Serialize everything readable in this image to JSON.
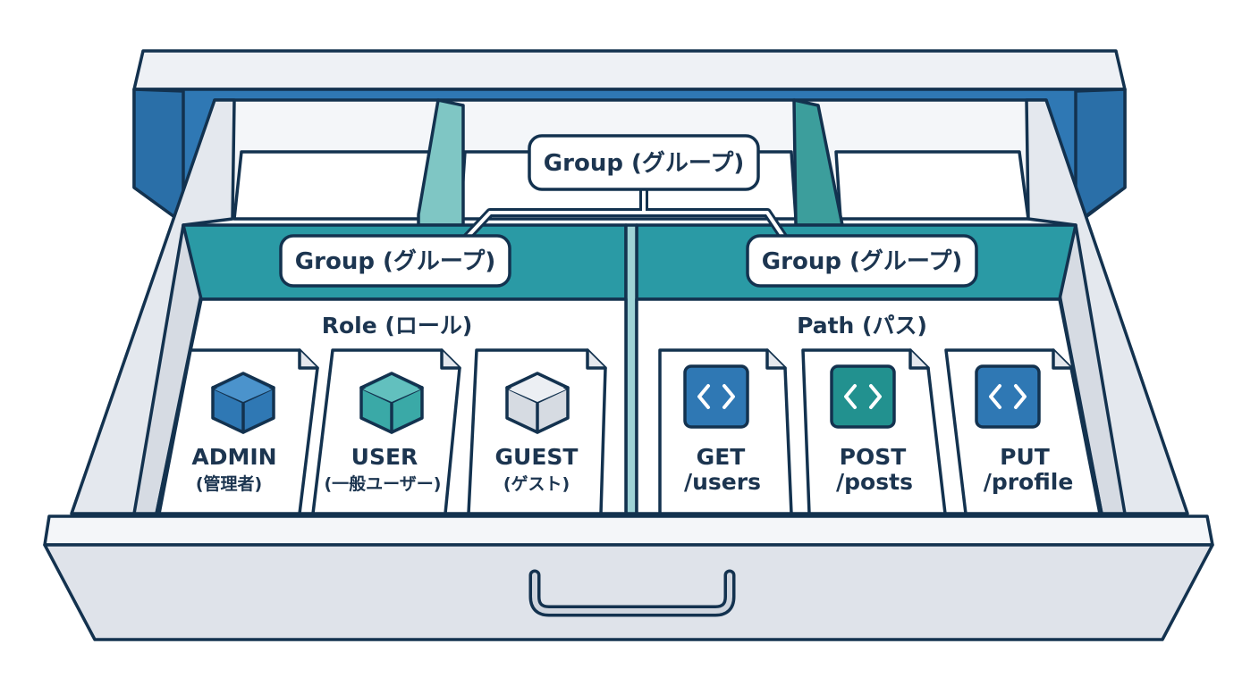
{
  "top_group": {
    "label": "Group (グループ)"
  },
  "left_group": {
    "label": "Group (グループ)",
    "section_label": "Role (ロール)",
    "cards": [
      {
        "line1": "ADMIN",
        "line2": "(管理者)",
        "icon": "cube-icon",
        "color": "#2f78b4"
      },
      {
        "line1": "USER",
        "line2": "(一般ユーザー)",
        "icon": "cube-icon",
        "color": "#3aa9a7"
      },
      {
        "line1": "GUEST",
        "line2": "(ゲスト)",
        "icon": "cube-icon",
        "color": "#d6dbe2"
      }
    ]
  },
  "right_group": {
    "label": "Group (グループ)",
    "section_label": "Path (パス)",
    "cards": [
      {
        "line1": "GET",
        "line2": "/users",
        "icon": "code-icon",
        "color": "#2f78b4"
      },
      {
        "line1": "POST",
        "line2": "/posts",
        "icon": "code-icon",
        "color": "#22918f"
      },
      {
        "line1": "PUT",
        "line2": "/profile",
        "icon": "code-icon",
        "color": "#2f78b4"
      }
    ]
  },
  "colors": {
    "outline": "#13324f",
    "drawer_blue": "#2f78b4",
    "divider_teal": "#2a9aa5",
    "drawer_gray": "#dfe3ea"
  }
}
